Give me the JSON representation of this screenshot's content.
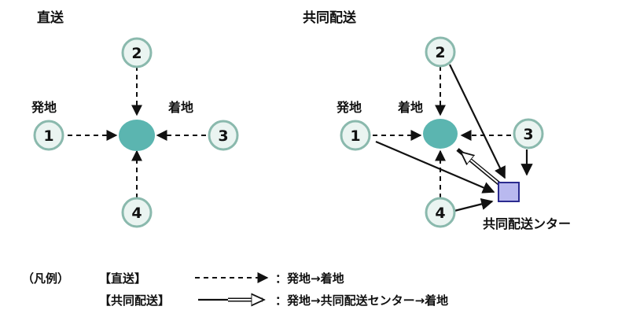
{
  "titles": {
    "direct": "直送",
    "joint": "共同配送"
  },
  "labels": {
    "origin": "発地",
    "destination": "着地",
    "center": "共同配送ンター"
  },
  "nodes": [
    "1",
    "2",
    "3",
    "4"
  ],
  "legend": {
    "heading": "（凡例）",
    "direct_tag": "【直送】",
    "direct_desc": "：発地→着地",
    "joint_tag": "【共同配送】",
    "joint_desc": "：発地→共同配送センター→着地"
  },
  "colors": {
    "node_fill": "#eaf4f1",
    "node_stroke": "#8ab9ad",
    "destination_fill": "#5bb5b0",
    "center_fill": "#b9b9ef",
    "center_stroke": "#2b2b8f",
    "line": "#111111"
  }
}
